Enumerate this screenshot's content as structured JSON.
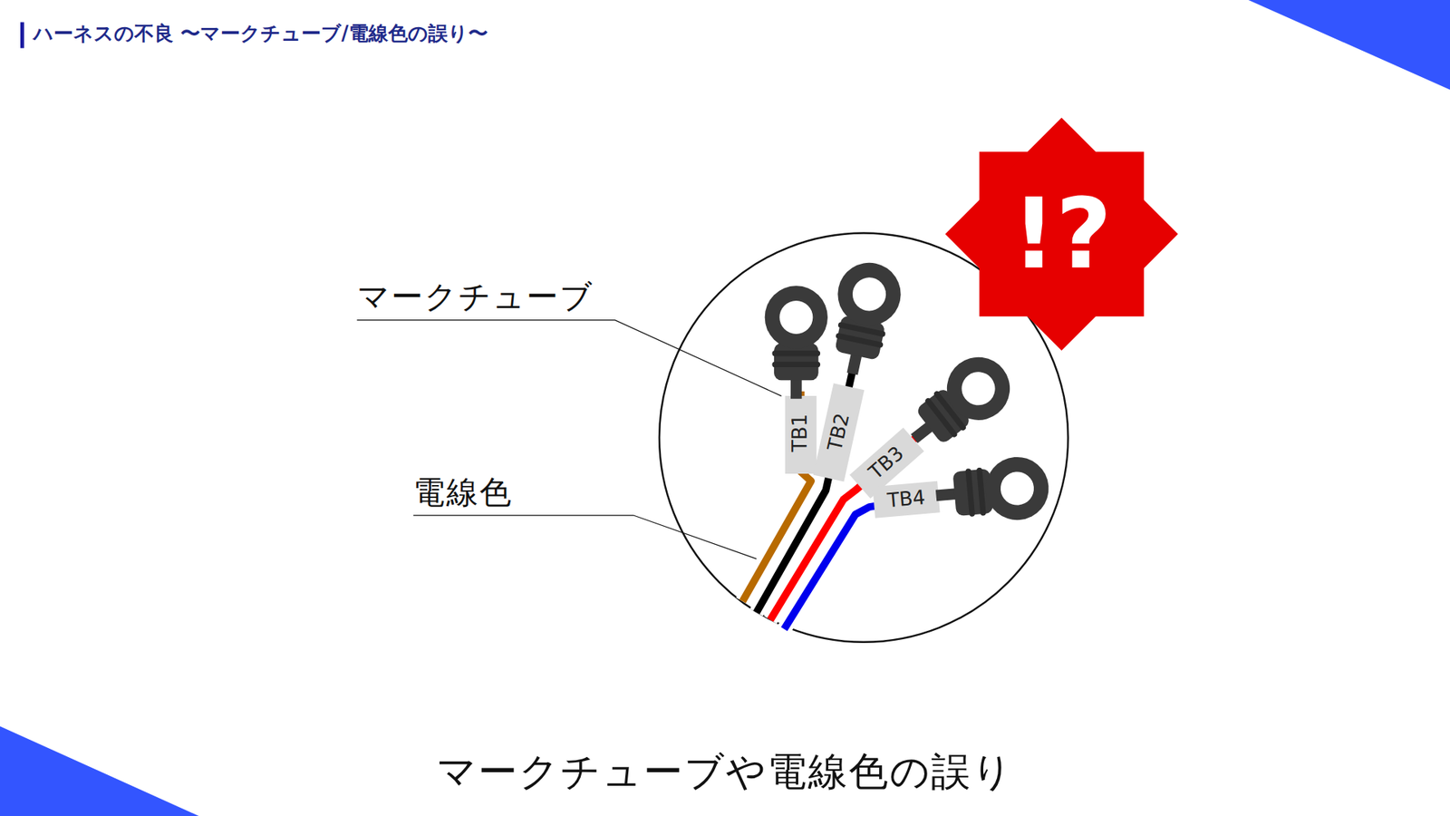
{
  "diagram": {
    "title": "ハーネスの不良 〜マークチューブ/電線色の誤り〜",
    "caption": "マークチューブや電線色の誤り",
    "labels": [
      "マークチューブ",
      "電線色",
      "TB1",
      "TB2",
      "TB3",
      "TB4",
      "!?"
    ]
  }
}
